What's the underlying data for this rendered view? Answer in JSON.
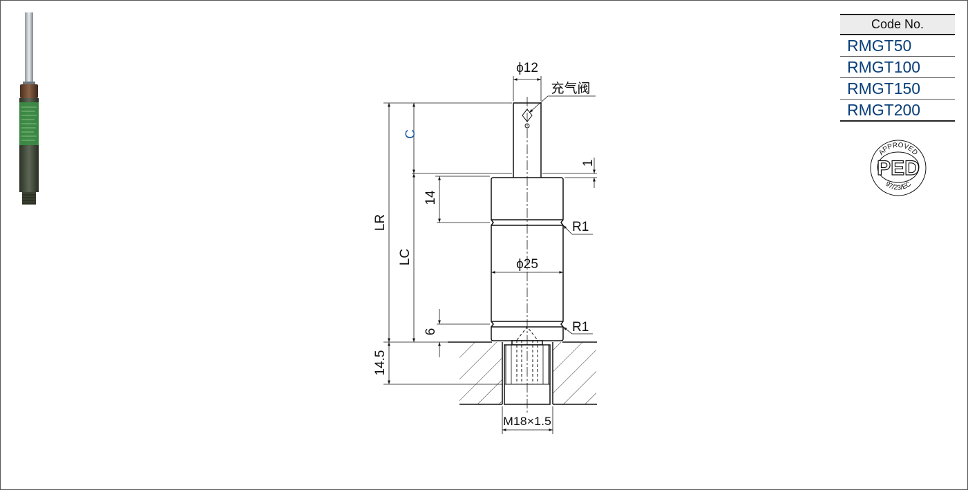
{
  "dimensions": {
    "rod_diameter": "ϕ12",
    "body_diameter": "ϕ25",
    "stroke": "C",
    "overall_length": "LR",
    "body_length": "LC",
    "groove_top_offset": "14",
    "groove_bottom_offset": "6",
    "shoulder": "1",
    "radius_top": "R1",
    "radius_bottom": "R1",
    "thread_depth": "14.5",
    "thread": "M18×1.5"
  },
  "valve_label": "充气阀",
  "code_table": {
    "header": "Code No.",
    "rows": [
      "RMGT50",
      "RMGT100",
      "RMGT150",
      "RMGT200"
    ]
  },
  "ped_mark": {
    "top_text": "APPROVED",
    "center_text": "PED",
    "bottom_text": "97/23/EC"
  },
  "colors": {
    "stroke_label": "#1c5fa8",
    "code_text": "#0a3f7a",
    "photo_label": "#2f9a3c"
  }
}
